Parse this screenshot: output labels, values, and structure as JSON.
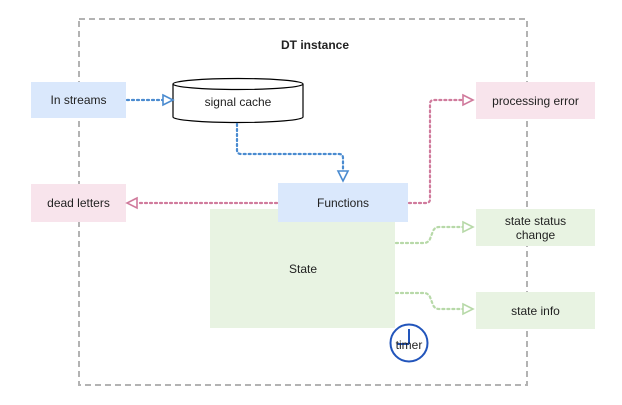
{
  "diagram": {
    "title": "DT instance",
    "nodes": {
      "in_streams": "In streams",
      "signal_cache": "signal cache",
      "functions": "Functions",
      "state": "State",
      "dead_letters": "dead letters",
      "processing_error": "processing error",
      "state_status_change": "state status change",
      "state_info": "state info",
      "timer": "timer"
    },
    "colors": {
      "blue_fill": "#dae8fc",
      "pink_fill": "#f8e4ec",
      "green_fill": "#e8f3e2",
      "blue_edge": "#4a8bd0",
      "pink_edge": "#d07a9c",
      "green_edge": "#b7d9a8",
      "container_border": "#b3b3b3",
      "timer_stroke": "#2255bb"
    }
  }
}
